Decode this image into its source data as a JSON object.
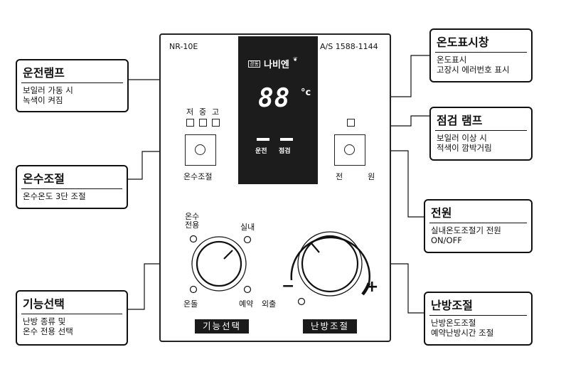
{
  "panel": {
    "model": "NR-10E",
    "service": "A/S 1588-1144",
    "brand_small": "경동",
    "brand_name": "나비엔",
    "display_digits": "88",
    "display_unit": "°c",
    "indicator_run": "운전",
    "indicator_check": "점검",
    "level_labels": [
      "저",
      "중",
      "고"
    ],
    "water_temp_button_label": "온수조절",
    "power_button_label": "전  원",
    "function_positions": {
      "hot_water_only": "온수\n전용",
      "indoor": "실내",
      "outing_left": "온돌",
      "reservation": "예약"
    },
    "heat_dial_outing": "외출",
    "heat_dial_minus": "−",
    "heat_dial_plus": "+",
    "function_bar": "기능선택",
    "heat_bar": "난방조절"
  },
  "callouts": {
    "run_lamp": {
      "title": "운전램프",
      "desc": "보일러 가동 시\n녹색이 켜짐"
    },
    "water_temp": {
      "title": "온수조절",
      "desc": "온수온도 3단 조절"
    },
    "function_select": {
      "title": "기능선택",
      "desc": "난방 종류 및\n온수 전용 선택"
    },
    "temp_display": {
      "title": "온도표시창",
      "desc": "온도표시\n고장시 에러번호 표시"
    },
    "check_lamp": {
      "title": "점검 램프",
      "desc": "보일러 이상 시\n적색이 깜박거림"
    },
    "power": {
      "title": "전원",
      "desc": "실내온도조절기 전원\nON/OFF"
    },
    "heat_control": {
      "title": "난방조절",
      "desc": "난방온도조절\n예약난방시간 조절"
    }
  }
}
